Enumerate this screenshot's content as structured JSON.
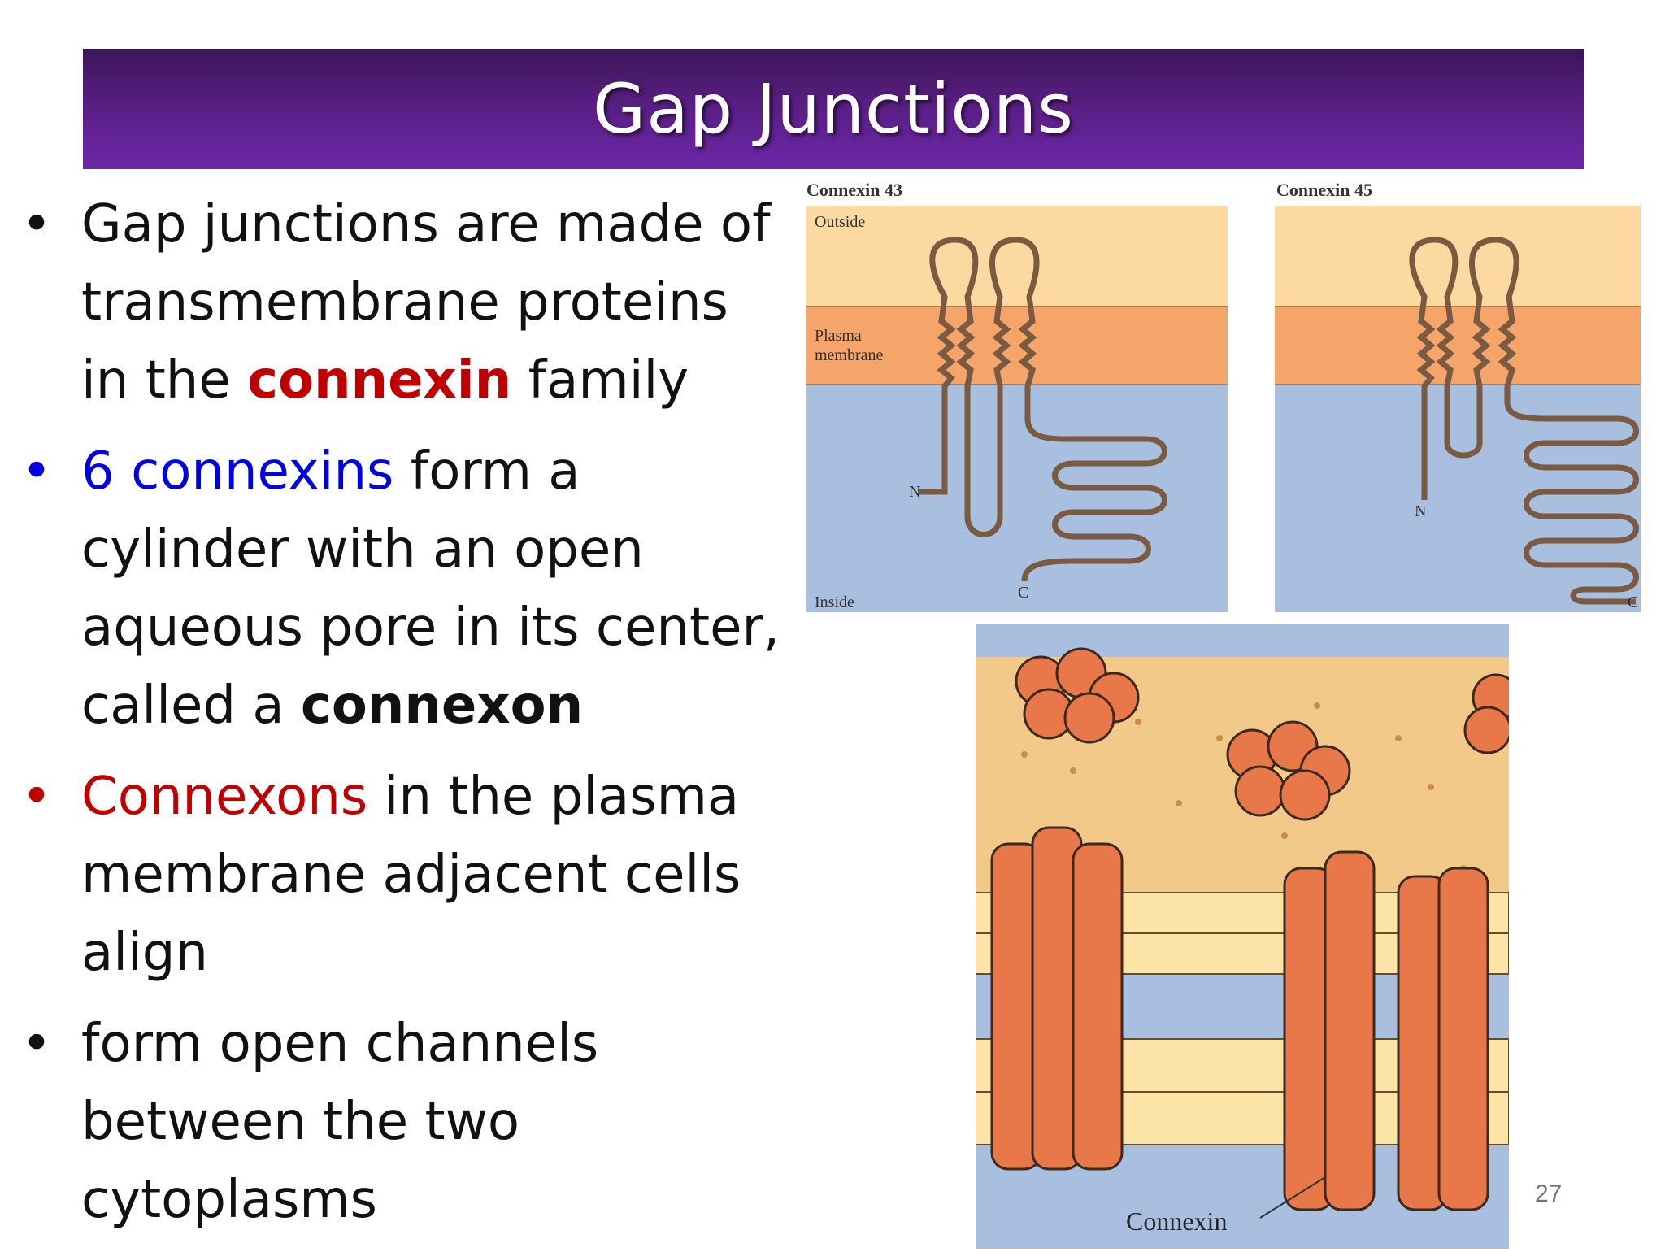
{
  "title": "Gap Junctions",
  "bullets": [
    {
      "text_1": "Gap junctions are made of transmembrane proteins in the ",
      "highlight": "connexin",
      "text_2": " family"
    },
    {
      "highlight": "6 connexins",
      "text_1": " form a cylinder with an open aqueous pore in its center, called a ",
      "emphasis": "connexon"
    },
    {
      "highlight": "Connexons",
      "text_1": " in the plasma membrane adjacent cells align"
    },
    {
      "text_1": "form open channels between the two cytoplasms"
    }
  ],
  "figure_top": {
    "left_panel": {
      "title": "Connexin 43",
      "outside": "Outside",
      "membrane_1": "Plasma",
      "membrane_2": "membrane",
      "inside": "Inside",
      "n_label": "N",
      "c_label": "C"
    },
    "right_panel": {
      "title": "Connexin 45",
      "n_label": "N",
      "c_label": "C"
    }
  },
  "figure_bottom": {
    "label": "Connexin"
  },
  "page_number": "27",
  "colors": {
    "title_bar": "#5a1f86",
    "red": "#c00000",
    "blue": "#0000e6",
    "outside": "#fcd9a0",
    "membrane": "#f5a56a",
    "inside": "#a9bfe0",
    "connexin_orange": "#e8784a"
  }
}
